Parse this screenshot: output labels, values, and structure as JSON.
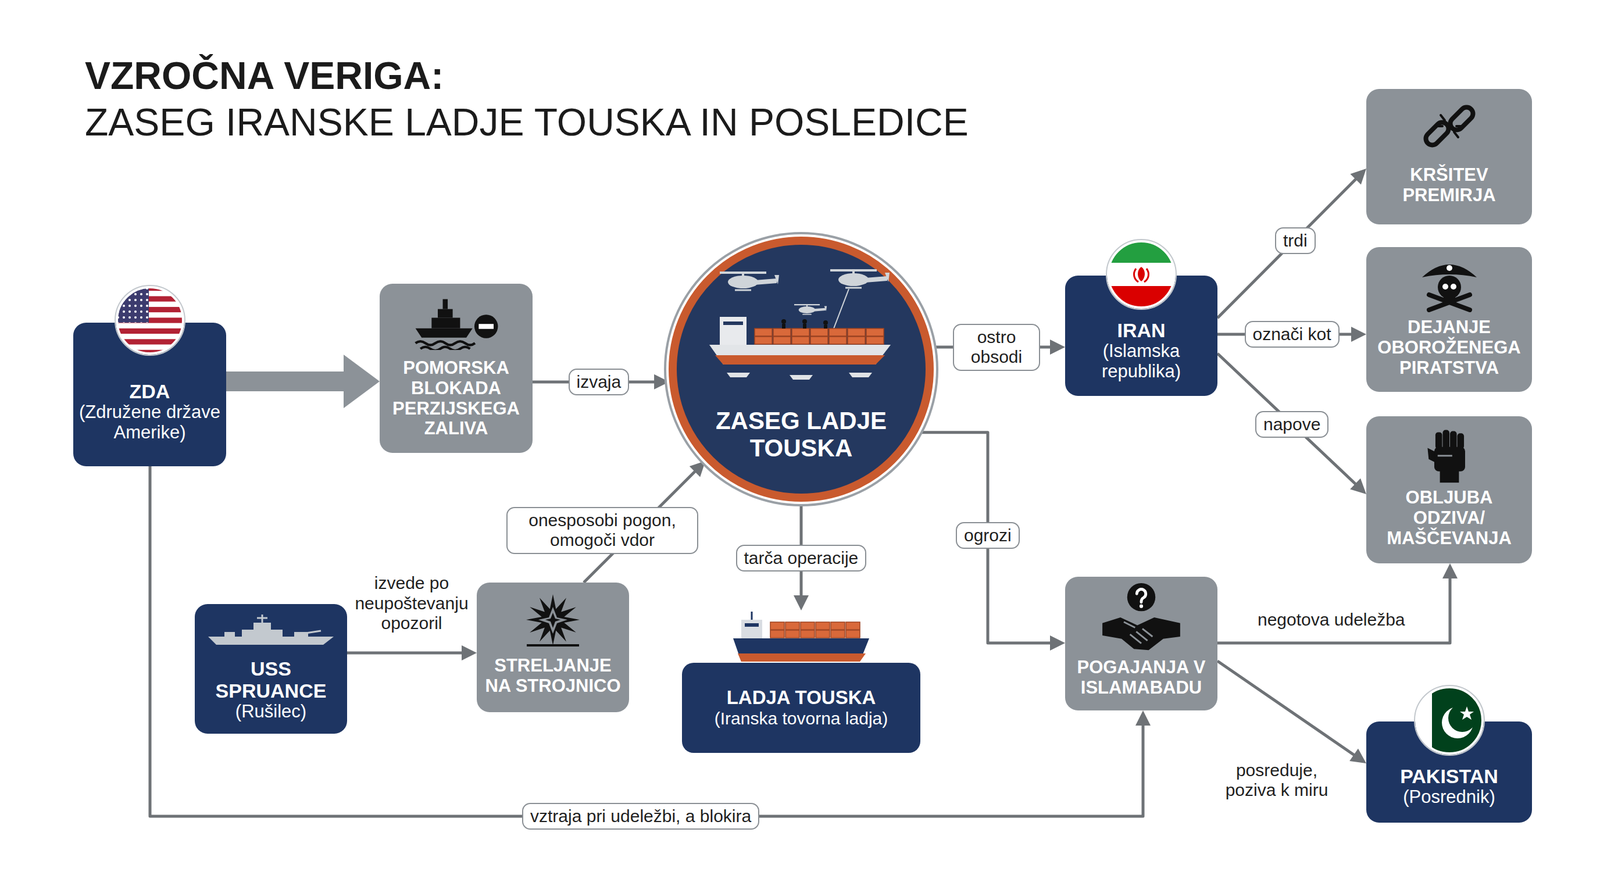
{
  "diagram": {
    "title": "VZROČNA VERIGA:",
    "nodes": [
      {
        "text": [
          "ZDA",
          "(Združene države Amerike)"
        ]
      },
      {
        "text": [
          "POMORSKA BLOKADA PERZIJSKEGA ZALIVA"
        ]
      },
      {
        "text": [
          "ZASEG LADJE TOUSKA"
        ]
      },
      {
        "text": [
          "IRAN",
          "(Islamska republika)"
        ]
      },
      {
        "text": [
          "KRŠITEV PREMIRJA"
        ]
      },
      {
        "text": [
          "DEJANJE OBOROŽENEGA PIRATSTVA"
        ]
      },
      {
        "text": [
          "OBLJUBA ODZIVA/ MAŠČEVANJA"
        ]
      },
      {
        "text": [
          "USS SPRUANCE",
          "(Rušilec)"
        ]
      },
      {
        "text": [
          "STRELJANJE NA STROJNICO"
        ]
      },
      {
        "text": [
          "LADJA TOUSKA",
          "(Iranska tovorna ladja)"
        ]
      },
      {
        "text": [
          "POGAJANJA V ISLAMABADU"
        ]
      },
      {
        "text": [
          "PAKISTAN",
          "(Posrednik)"
        ]
      }
    ],
    "edges": [
      {
        "from": 0,
        "to": 1,
        "arrow": "to"
      },
      {
        "from": 1,
        "to": 2,
        "label": "izvaja",
        "arrow": "to"
      },
      {
        "from": 2,
        "to": 3,
        "label": "ostro obsodi",
        "arrow": "to"
      },
      {
        "from": 3,
        "to": 4,
        "label": "trdi",
        "arrow": "to"
      },
      {
        "from": 3,
        "to": 5,
        "label": "označi kot",
        "arrow": "to"
      },
      {
        "from": 3,
        "to": 6,
        "label": "napove",
        "arrow": "to"
      },
      {
        "from": 7,
        "to": 8,
        "label": "izvede po neupoštevanju opozoril",
        "arrow": "to"
      },
      {
        "from": 8,
        "to": 2,
        "label": "onesposobi pogon, omogoči vdor",
        "arrow": "to"
      },
      {
        "from": 2,
        "to": 9,
        "label": "tarča operacije",
        "arrow": "to"
      },
      {
        "from": 2,
        "to": 10,
        "label": "ogrozi",
        "arrow": "to"
      },
      {
        "from": 10,
        "to": 6,
        "label": "negotova udeležba",
        "arrow": "to"
      },
      {
        "from": 10,
        "to": 11,
        "label": "posreduje, poziva k miru",
        "arrow": "to"
      },
      {
        "from": 0,
        "to": 10,
        "label": "vztraja pri udeležbi, a blokira",
        "arrow": "to"
      }
    ],
    "labels": [
      "ZASEG IRANSKE LADJE TOUSKA IN POSLEDICE"
    ]
  }
}
